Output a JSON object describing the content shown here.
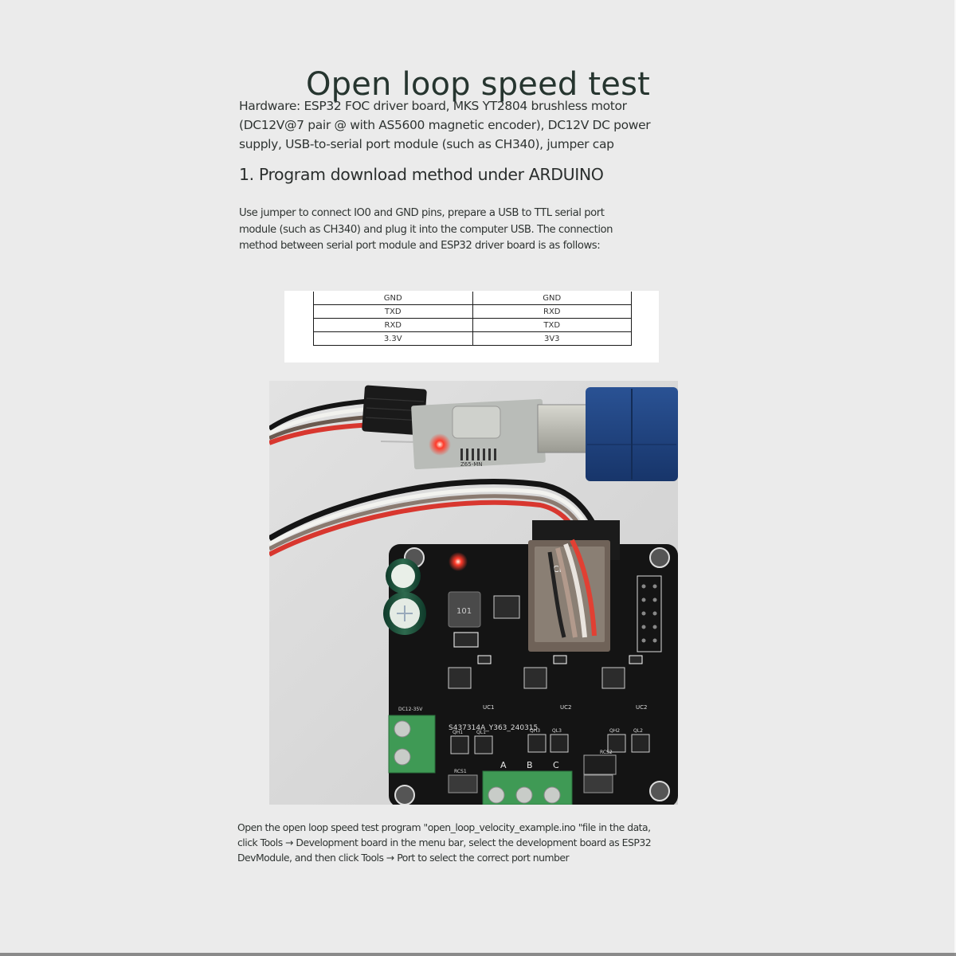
{
  "document": {
    "title": "Open loop speed test",
    "hardware": "Hardware: ESP32 FOC driver board, MKS YT2804 brushless motor (DC12V@7 pair @ with AS5600 magnetic encoder), DC12V DC power supply, USB-to-serial port module (such as CH340), jumper cap",
    "section_heading": "1. Program download method under ARDUINO",
    "instructions": "Use jumper to connect IO0 and GND pins, prepare a USB to TTL serial port module (such as CH340) and plug it into the computer USB. The connection method between serial port module and ESP32 driver board is as follows:",
    "connection_table": {
      "rows": [
        [
          "GND",
          "GND"
        ],
        [
          "TXD",
          "RXD"
        ],
        [
          "RXD",
          "TXD"
        ],
        [
          "3.3V",
          "3V3"
        ]
      ]
    },
    "photo": {
      "description": "USB-to-TTL serial module (CH340) with blue USB extension connected by wires to ESP32 FOC driver board",
      "board_labels": {
        "inductor": "101",
        "serial": "S437314A_Y363_240315",
        "power_label": "DC12-35V",
        "phase_a": "A",
        "phase_b": "B",
        "phase_c": "C",
        "module_mark": "CE",
        "adapter_chip": "Z65-MN",
        "chips": [
          "UC1",
          "UC2",
          "UC2"
        ],
        "mosfets": [
          "QH1",
          "QL1",
          "QH3",
          "QL3",
          "QH2",
          "QL2"
        ],
        "sense": [
          "RCS1",
          "RCS2"
        ]
      },
      "colors": {
        "pcb": "#141414",
        "usb_blue": "#1e3f7a",
        "terminal_green": "#3f9a55",
        "wire_red": "#d8372f",
        "led_red": "#ff3a2a"
      }
    },
    "footer": "Open the open loop speed test program \"open_loop_velocity_example.ino \"file in the data, click Tools → Development board in the menu bar, select the development board as ESP32 DevModule, and then click Tools → Port to select the correct port number"
  }
}
